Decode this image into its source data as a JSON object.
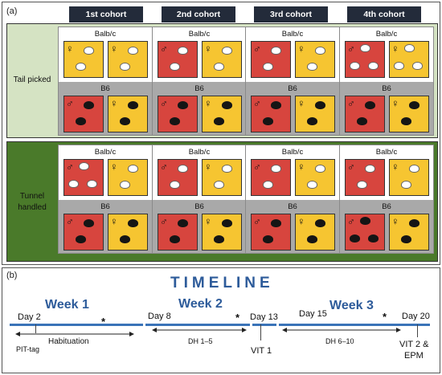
{
  "panel_a": {
    "label": "(a)",
    "cohorts": [
      "1st cohort",
      "2nd cohort",
      "3rd cohort",
      "4th cohort"
    ],
    "conditions": [
      {
        "label_lines": [
          "Tail picked"
        ],
        "groups": [
          {
            "balbc": {
              "title": "Balb/c",
              "boxes": [
                {
                  "sex": "♀",
                  "color": "yellow",
                  "mice": 2
                },
                {
                  "sex": "♀",
                  "color": "yellow",
                  "mice": 2
                }
              ]
            },
            "b6": {
              "title": "B6",
              "boxes": [
                {
                  "sex": "♂",
                  "color": "red",
                  "mice": 2
                },
                {
                  "sex": "♀",
                  "color": "yellow",
                  "mice": 2
                }
              ]
            }
          },
          {
            "balbc": {
              "title": "Balb/c",
              "boxes": [
                {
                  "sex": "♂",
                  "color": "red",
                  "mice": 2
                },
                {
                  "sex": "♀",
                  "color": "yellow",
                  "mice": 2
                }
              ]
            },
            "b6": {
              "title": "B6",
              "boxes": [
                {
                  "sex": "♂",
                  "color": "red",
                  "mice": 2
                },
                {
                  "sex": "♀",
                  "color": "yellow",
                  "mice": 2
                }
              ]
            }
          },
          {
            "balbc": {
              "title": "Balb/c",
              "boxes": [
                {
                  "sex": "♂",
                  "color": "red",
                  "mice": 2
                },
                {
                  "sex": "♀",
                  "color": "yellow",
                  "mice": 2
                }
              ]
            },
            "b6": {
              "title": "B6",
              "boxes": [
                {
                  "sex": "♂",
                  "color": "red",
                  "mice": 2
                },
                {
                  "sex": "♀",
                  "color": "yellow",
                  "mice": 2
                }
              ]
            }
          },
          {
            "balbc": {
              "title": "Balb/c",
              "boxes": [
                {
                  "sex": "♂",
                  "color": "red",
                  "mice": 3
                },
                {
                  "sex": "♀",
                  "color": "yellow",
                  "mice": 3
                }
              ]
            },
            "b6": {
              "title": "B6",
              "boxes": [
                {
                  "sex": "♂",
                  "color": "red",
                  "mice": 2
                },
                {
                  "sex": "♀",
                  "color": "yellow",
                  "mice": 2
                }
              ]
            }
          }
        ]
      },
      {
        "label_lines": [
          "Tunnel",
          "handled"
        ],
        "groups": [
          {
            "balbc": {
              "title": "Balb/c",
              "boxes": [
                {
                  "sex": "♂",
                  "color": "red",
                  "mice": 3
                },
                {
                  "sex": "♀",
                  "color": "yellow",
                  "mice": 2
                }
              ]
            },
            "b6": {
              "title": "B6",
              "boxes": [
                {
                  "sex": "♂",
                  "color": "red",
                  "mice": 2
                },
                {
                  "sex": "♀",
                  "color": "yellow",
                  "mice": 2
                }
              ]
            }
          },
          {
            "balbc": {
              "title": "Balb/c",
              "boxes": [
                {
                  "sex": "♂",
                  "color": "red",
                  "mice": 2
                },
                {
                  "sex": "♀",
                  "color": "yellow",
                  "mice": 2
                }
              ]
            },
            "b6": {
              "title": "B6",
              "boxes": [
                {
                  "sex": "♂",
                  "color": "red",
                  "mice": 2
                },
                {
                  "sex": "♀",
                  "color": "yellow",
                  "mice": 2
                }
              ]
            }
          },
          {
            "balbc": {
              "title": "Balb/c",
              "boxes": [
                {
                  "sex": "♂",
                  "color": "red",
                  "mice": 2
                },
                {
                  "sex": "♀",
                  "color": "yellow",
                  "mice": 2
                }
              ]
            },
            "b6": {
              "title": "B6",
              "boxes": [
                {
                  "sex": "♂",
                  "color": "red",
                  "mice": 2
                },
                {
                  "sex": "♀",
                  "color": "yellow",
                  "mice": 2
                }
              ]
            }
          },
          {
            "balbc": {
              "title": "Balb/c",
              "boxes": [
                {
                  "sex": "♂",
                  "color": "red",
                  "mice": 2
                },
                {
                  "sex": "♀",
                  "color": "yellow",
                  "mice": 2
                }
              ]
            },
            "b6": {
              "title": "B6",
              "boxes": [
                {
                  "sex": "♂",
                  "color": "red",
                  "mice": 3
                },
                {
                  "sex": "♀",
                  "color": "yellow",
                  "mice": 2
                }
              ]
            }
          }
        ]
      }
    ],
    "colors": {
      "male_box": "#d7453e",
      "female_box": "#f6c531",
      "tail_bg": "#d5e3c3",
      "tunnel_bg": "#4a7a2a",
      "header_bg": "#232b3a"
    }
  },
  "panel_b": {
    "label": "(b)",
    "title": "TIMELINE",
    "weeks": [
      "Week 1",
      "Week 2",
      "Week 3"
    ],
    "days": [
      "Day 2",
      "Day 8",
      "Day 13",
      "Day 15",
      "Day 20"
    ],
    "periods": [
      "Habituation",
      "DH 1–5",
      "DH 6–10"
    ],
    "events": [
      "PIT-tag",
      "VIT 1",
      "VIT 2 &",
      "EPM"
    ],
    "star": "*",
    "colors": {
      "timeline": "#3a73b8",
      "week_text": "#2d5b9a"
    }
  }
}
